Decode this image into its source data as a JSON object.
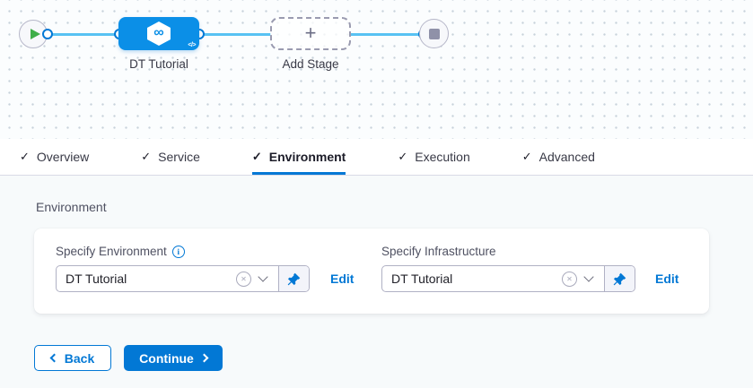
{
  "canvas": {
    "stage": {
      "label": "DT Tutorial"
    },
    "add_stage": {
      "label": "Add Stage"
    }
  },
  "tabs": [
    {
      "label": "Overview",
      "active": false
    },
    {
      "label": "Service",
      "active": false
    },
    {
      "label": "Environment",
      "active": true
    },
    {
      "label": "Execution",
      "active": false
    },
    {
      "label": "Advanced",
      "active": false
    }
  ],
  "panel": {
    "section_title": "Environment",
    "fields": [
      {
        "label": "Specify Environment",
        "value": "DT Tutorial",
        "edit_label": "Edit"
      },
      {
        "label": "Specify Infrastructure",
        "value": "DT Tutorial",
        "edit_label": "Edit"
      }
    ]
  },
  "footer": {
    "back_label": "Back",
    "continue_label": "Continue"
  },
  "icons": {
    "check": "✓",
    "plus": "+",
    "infinity": "∞",
    "code": "</>",
    "clear": "✕",
    "info": "i"
  },
  "colors": {
    "accent": "#0278D5",
    "node_blue": "#0B8FE7",
    "connector": "#58C2F3",
    "play_green": "#3FAE49",
    "stop_grey": "#8F91A8"
  }
}
